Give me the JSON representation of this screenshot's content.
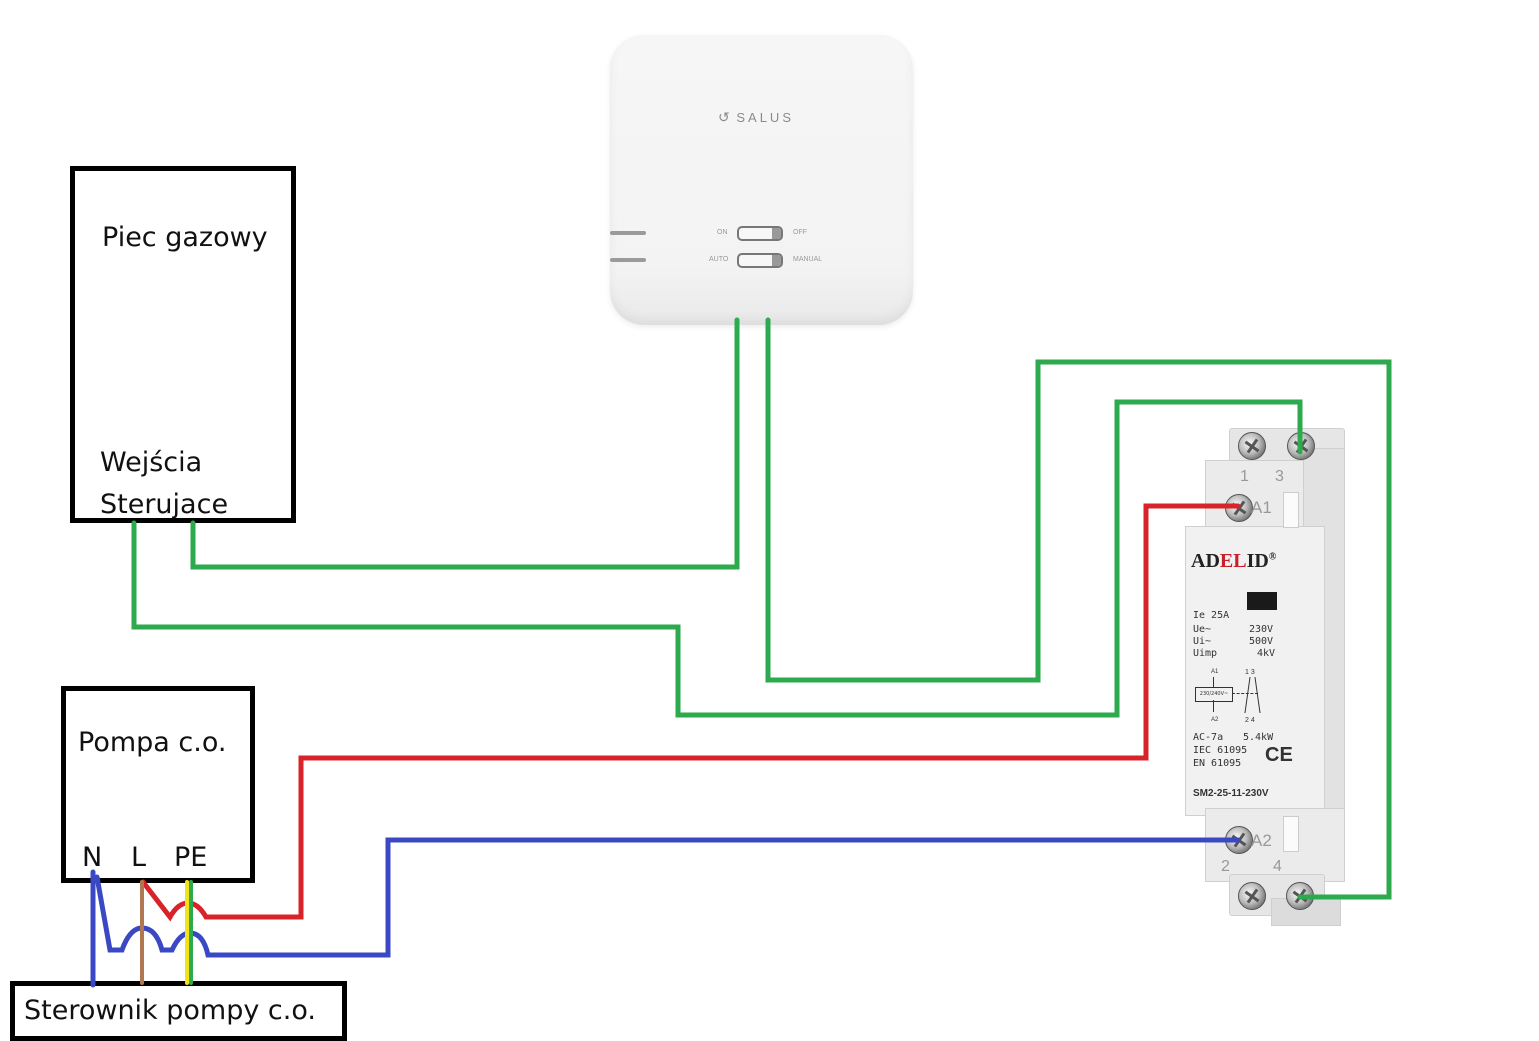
{
  "diagram": {
    "title": "Schemat podłączenia sterowania pompy c.o. przez stycznik",
    "components": {
      "boiler": {
        "name": "Piec gazowy",
        "inputs_label_line1": "Wejścia",
        "inputs_label_line2": "Sterujace"
      },
      "pump": {
        "name": "Pompa c.o.",
        "terminal_n": "N",
        "terminal_l": "L",
        "terminal_pe": "PE"
      },
      "pump_controller": {
        "name": "Sterownik pompy c.o."
      },
      "thermostat_receiver": {
        "brand": "SALUS",
        "switch1_left": "ON",
        "switch1_right": "OFF",
        "switch2_left": "AUTO",
        "switch2_right": "MANUAL"
      },
      "contactor": {
        "brand_part1": "AD",
        "brand_part2": "EL",
        "brand_part3": "ID",
        "registered": "®",
        "terminal_1": "1",
        "terminal_3": "3",
        "terminal_a1": "A1",
        "terminal_a2": "A2",
        "terminal_2": "2",
        "terminal_4": "4",
        "rating_ie": "Ie 25A",
        "ue_label": "Ue~",
        "ue_value": "230V",
        "ui_label": "Ui~",
        "ui_value": "500V",
        "uimp_label": "Uimp",
        "uimp_value": "4kV",
        "coil_label": "230/240V~",
        "sch_a1": "A1",
        "sch_a2": "A2",
        "sch_13": "1  3",
        "sch_24": "2  4",
        "ac7a_label": "AC-7a",
        "ac7a_value": "5.4kW",
        "iec": "IEC  61095",
        "en": "EN   61095",
        "ce": "CE",
        "model": "SM2-25-11-230V"
      }
    },
    "wire_colors": {
      "control": "#2eaa4e",
      "line": "#d9232a",
      "neutral": "#3a48c4",
      "live_brown": "#b07850",
      "pe_yellow": "#f2e316",
      "pe_green": "#2eaa4e"
    }
  }
}
